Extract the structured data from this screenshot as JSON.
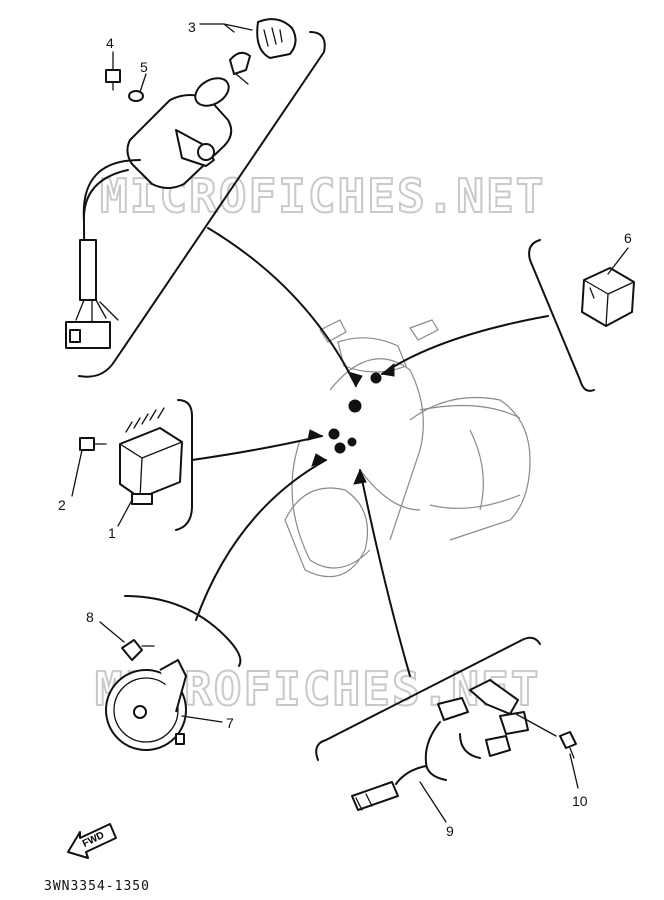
{
  "watermark": "MICROFICHES.NET",
  "fwd_label": "FWD",
  "diagram_code": "3WN3354-1350",
  "callouts": {
    "c1": "1",
    "c2": "2",
    "c3": "3",
    "c4": "4",
    "c5": "5",
    "c6": "6",
    "c7": "7",
    "c8": "8",
    "c9": "9",
    "c10": "10"
  }
}
